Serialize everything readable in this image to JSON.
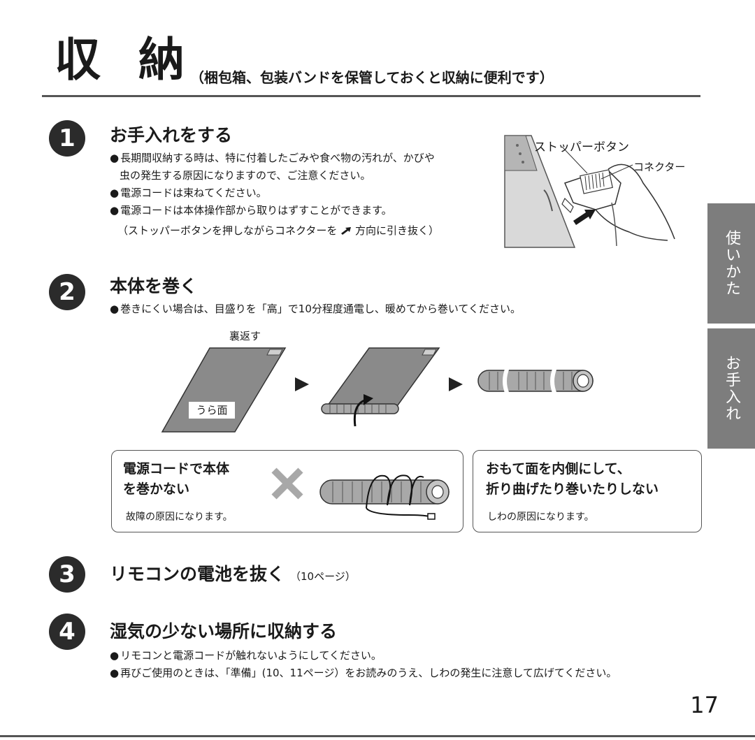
{
  "title": {
    "main_1": "収",
    "main_2": "納",
    "sub": "（梱包箱、包装バンドを保管しておくと収納に便利です）"
  },
  "steps": [
    {
      "num": "1",
      "heading": "お手入れをする",
      "bullets": [
        "長期間収納する時は、特に付着したごみや食べ物の汚れが、かびや",
        "虫の発生する原因になりますので、ご注意ください。",
        "電源コードは束ねてください。",
        "電源コードは本体操作部から取りはずすことができます。",
        "（ストッパーボタンを押しながらコネクターを",
        "方向に引き抜く）"
      ],
      "illustration": {
        "label_stopper": "ストッパーボタン",
        "label_connector": "コネクター"
      }
    },
    {
      "num": "2",
      "heading": "本体を巻く",
      "bullets": [
        "巻きにくい場合は、目盛りを「高」で10分程度通電し、暖めてから巻いてください。"
      ],
      "illustration": {
        "label_flip": "裏返す",
        "label_back": "うら面"
      },
      "boxes": [
        {
          "title_1": "電源コードで本体",
          "title_2": "を巻かない",
          "note": "故障の原因になります。"
        },
        {
          "title_1": "おもて面を内側にして、",
          "title_2": "折り曲げたり巻いたりしない",
          "note": "しわの原因になります。"
        }
      ]
    },
    {
      "num": "3",
      "heading": "リモコンの電池を抜く",
      "ref": "（10ページ）"
    },
    {
      "num": "4",
      "heading": "湿気の少ない場所に収納する",
      "bullets": [
        "リモコンと電源コードが触れないようにしてください。",
        "再びご使用のときは、「準備」(10、11ページ）をお読みのうえ、しわの発生に注意して広げてください。"
      ]
    }
  ],
  "side_tabs": [
    "使いかた",
    "お手入れ"
  ],
  "bullet_mark": "●",
  "page_number": "17",
  "colors": {
    "badge": "#2b2b2b",
    "tab": "#7d7d7d",
    "cross": "#a8a8a8"
  }
}
